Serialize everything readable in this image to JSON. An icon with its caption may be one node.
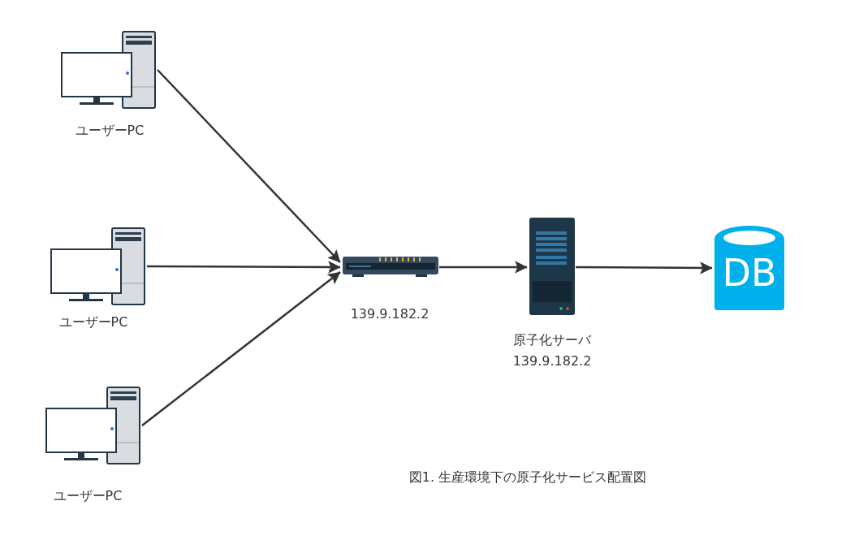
{
  "diagram": {
    "caption": "図1. 生産環境下の原子化サービス配置図",
    "nodes": [
      {
        "text": [
          "ユーザーPC"
        ]
      },
      {
        "text": [
          "ユーザーPC"
        ]
      },
      {
        "text": [
          "ユーザーPC"
        ]
      },
      {
        "text": [
          "139.9.182.2"
        ]
      },
      {
        "text": [
          "原子化サーバ 139.9.182.2"
        ]
      },
      {
        "text": [
          "DB"
        ]
      }
    ],
    "edges": [
      {
        "from": 0,
        "to": 3,
        "arrow": "to"
      },
      {
        "from": 1,
        "to": 3,
        "arrow": "to"
      },
      {
        "from": 2,
        "to": 3,
        "arrow": "to"
      },
      {
        "from": 3,
        "to": 4,
        "arrow": "to"
      },
      {
        "from": 4,
        "to": 5,
        "arrow": "to"
      }
    ]
  }
}
